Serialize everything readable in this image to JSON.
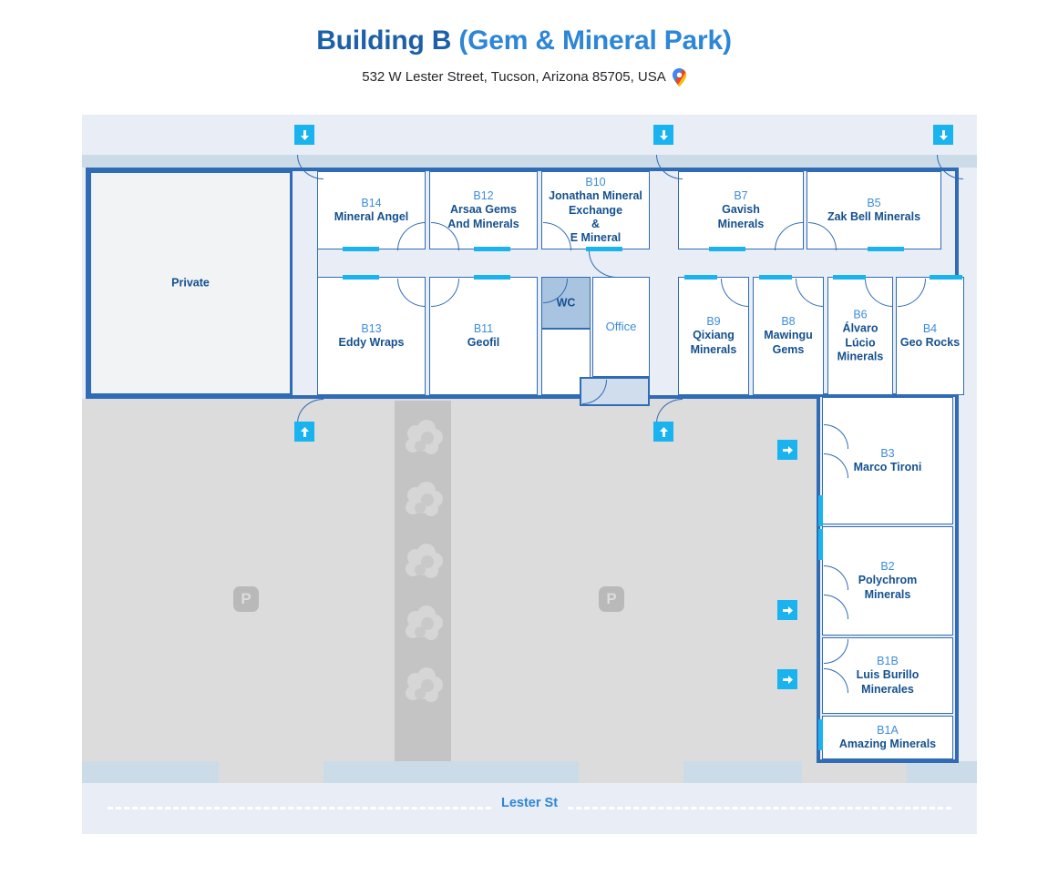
{
  "header": {
    "title_main": "Building B ",
    "title_sub": "(Gem & Mineral Park)",
    "address": "532 W Lester Street, Tucson, Arizona 85705, USA",
    "pin_icon": "map-pin-icon"
  },
  "colors": {
    "accent_cyan": "#19b4f0",
    "wall_blue": "#2f6cb5",
    "unit_number": "#3d8ddb",
    "unit_name": "#14508f",
    "lot_gray": "#dcdcdc",
    "band_blue": "#cbdce8",
    "page_band": "#e9edf6"
  },
  "street": {
    "label": "Lester St"
  },
  "parking": {
    "badge": "P",
    "badge_count": 2,
    "tree_count": 5
  },
  "rooms": {
    "private": {
      "name": "Private"
    },
    "wc": {
      "name": "WC"
    },
    "office": {
      "name": "Office"
    }
  },
  "units": [
    {
      "id": "B14",
      "name": "Mineral Angel"
    },
    {
      "id": "B12",
      "name": "Arsaa Gems\nAnd Minerals"
    },
    {
      "id": "B10",
      "name": "Jonathan Mineral\nExchange\n&\nE Mineral"
    },
    {
      "id": "B7",
      "name": "Gavish\nMinerals"
    },
    {
      "id": "B5",
      "name": "Zak Bell Minerals"
    },
    {
      "id": "B13",
      "name": "Eddy Wraps"
    },
    {
      "id": "B11",
      "name": "Geofil"
    },
    {
      "id": "B9",
      "name": "Qixiang\nMinerals"
    },
    {
      "id": "B8",
      "name": "Mawingu\nGems"
    },
    {
      "id": "B6",
      "name": "Álvaro\nLúcio\nMinerals"
    },
    {
      "id": "B4",
      "name": "Geo Rocks"
    },
    {
      "id": "B3",
      "name": "Marco Tironi"
    },
    {
      "id": "B2",
      "name": "Polychrom\nMinerals"
    },
    {
      "id": "B1B",
      "name": "Luis Burillo\nMinerales"
    },
    {
      "id": "B1A",
      "name": "Amazing Minerals"
    }
  ],
  "entrances": [
    {
      "name": "entrance-arrow-down-1",
      "dir": "down"
    },
    {
      "name": "entrance-arrow-down-2",
      "dir": "down"
    },
    {
      "name": "entrance-arrow-down-3",
      "dir": "down"
    },
    {
      "name": "entrance-arrow-up-1",
      "dir": "up"
    },
    {
      "name": "entrance-arrow-up-2",
      "dir": "up"
    },
    {
      "name": "entrance-arrow-right-1",
      "dir": "right"
    },
    {
      "name": "entrance-arrow-right-2",
      "dir": "right"
    },
    {
      "name": "entrance-arrow-right-3",
      "dir": "right"
    }
  ]
}
